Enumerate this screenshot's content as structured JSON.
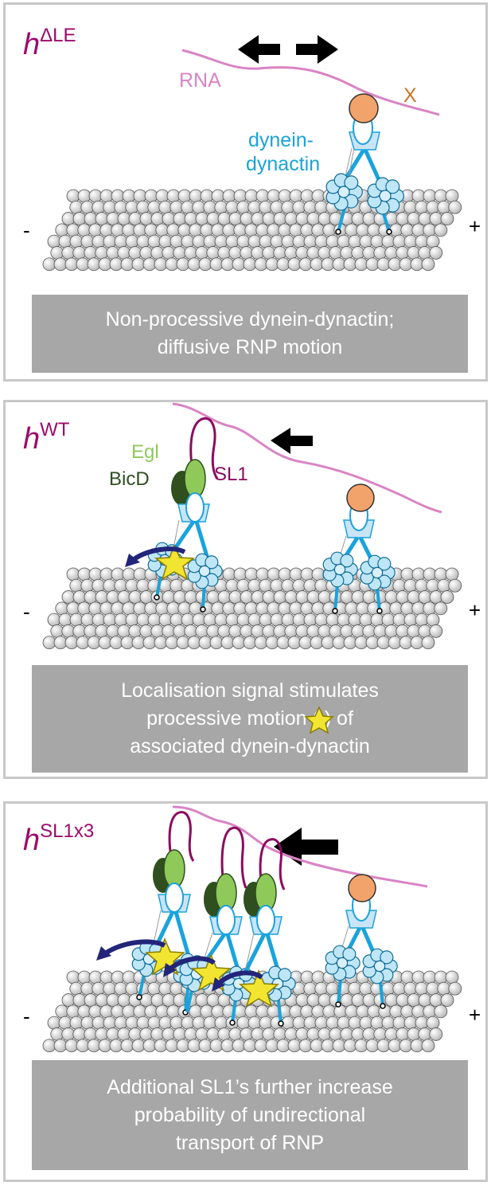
{
  "colors": {
    "construct": "#9c0a6b",
    "rna": "#d984c4",
    "sl1_stem": "#8c0a5f",
    "dynein": "#1aa3dc",
    "egl": "#8ec95a",
    "bicd": "#2f4f1f",
    "x_protein": "#f2a36b",
    "x_label": "#c8732a",
    "star": "#f2e531",
    "curved_arrow": "#23257a",
    "caption_bg": "#a7a7a7",
    "panel_border": "#c8c8c8"
  },
  "icons": [
    "microtubule",
    "direction-arrow-left",
    "direction-arrow-right",
    "curved-arrow",
    "star-icon"
  ],
  "panels": [
    {
      "construct_prefix": "h",
      "construct_super": "ΔLE",
      "labels": {
        "rna": "RNA",
        "x": "X",
        "dynein_line1": "dynein-",
        "dynein_line2": "dynactin"
      },
      "minus": "-",
      "plus": "+",
      "caption_lines": [
        "Non-processive dynein-dynactin;",
        "diffusive RNP motion"
      ]
    },
    {
      "construct_prefix": "h",
      "construct_super": "WT",
      "labels": {
        "egl": "Egl",
        "bicd": "BicD",
        "sl1": "SL1"
      },
      "minus": "-",
      "plus": "+",
      "caption_lines": [
        "Localisation signal stimulates",
        "processive motion (      ) of",
        "associated dynein-dynactin"
      ]
    },
    {
      "construct_prefix": "h",
      "construct_super": "SL1x3",
      "minus": "-",
      "plus": "+",
      "caption_lines": [
        "Additional SL1’s further increase",
        "probability of undirectional",
        "transport of RNP"
      ]
    }
  ]
}
